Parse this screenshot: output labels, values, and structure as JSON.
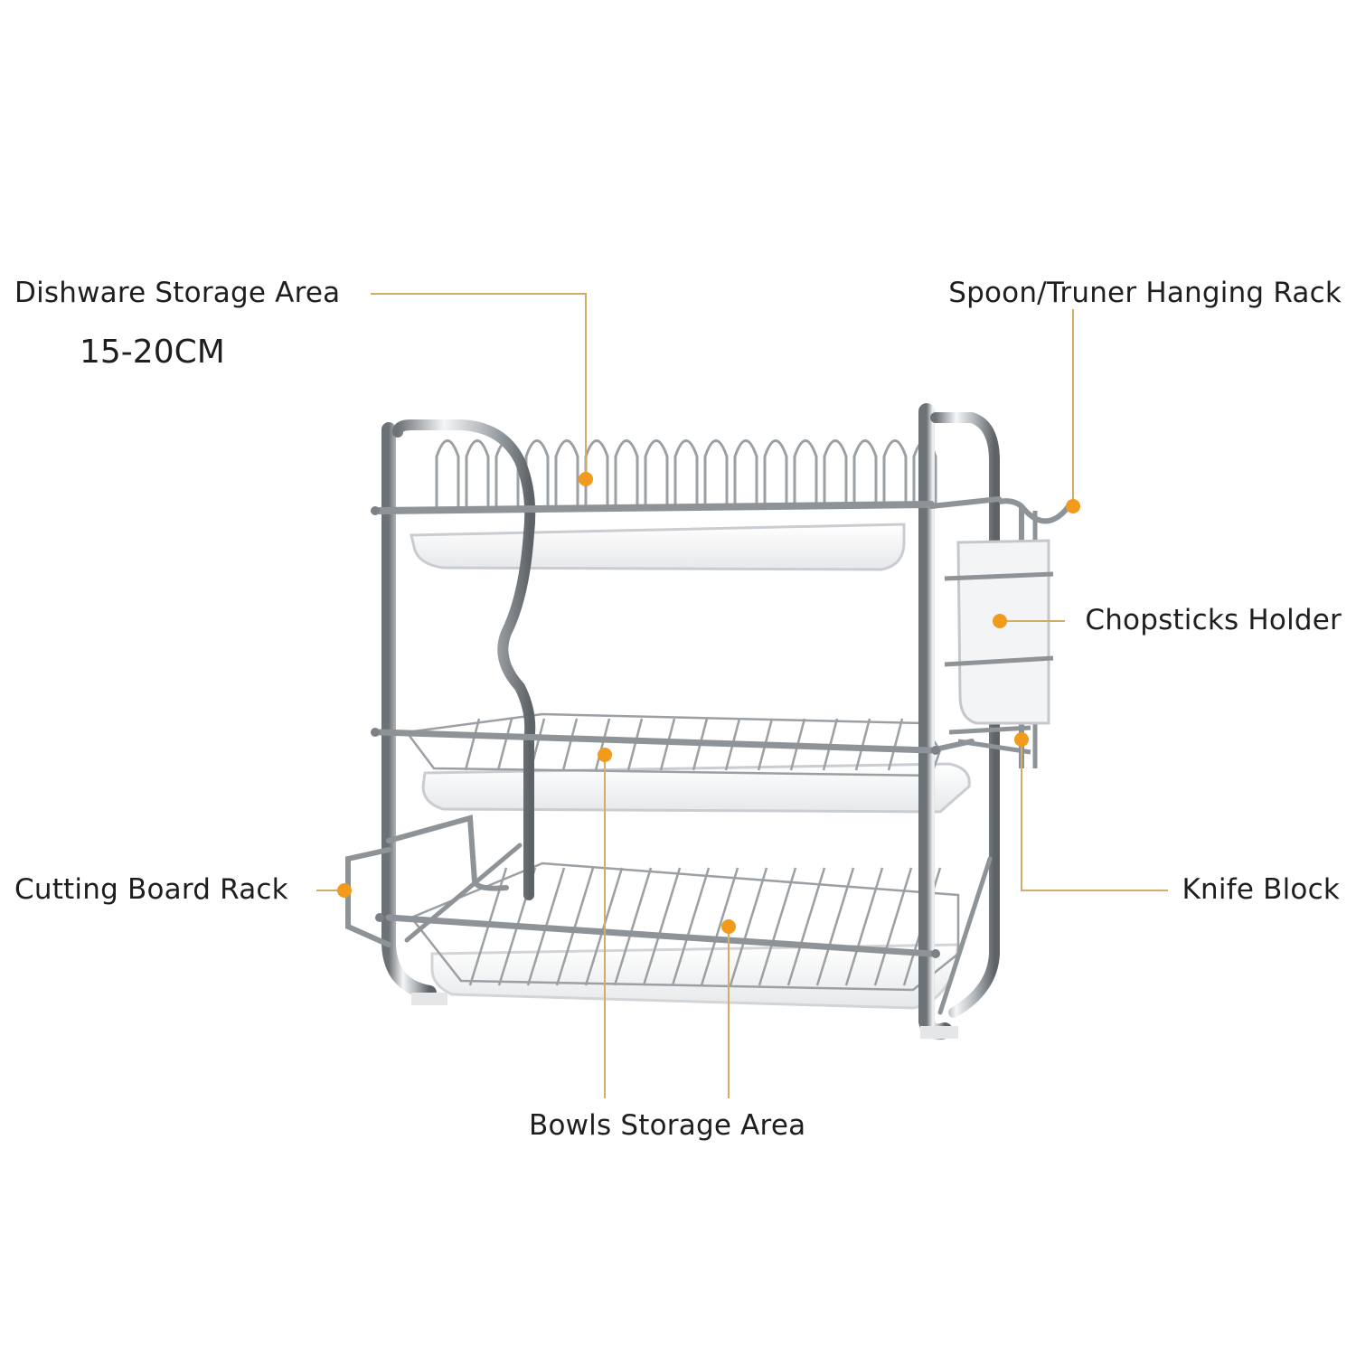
{
  "labels": {
    "dishware": "Dishware Storage Area",
    "dimension": "15-20CM",
    "spoon": "Spoon/Truner Hanging Rack",
    "chopsticks": "Chopsticks Holder",
    "cutting_board": "Cutting Board Rack",
    "knife": "Knife Block",
    "bowls": "Bowls Storage Area"
  },
  "colors": {
    "callout_line": "#d2ad6a",
    "callout_dot": "#f19a1c",
    "label_text": "#1e1e1e",
    "chrome": "#8f9499",
    "chrome_light": "#d7dadd",
    "tray": "#f3f4f5"
  }
}
